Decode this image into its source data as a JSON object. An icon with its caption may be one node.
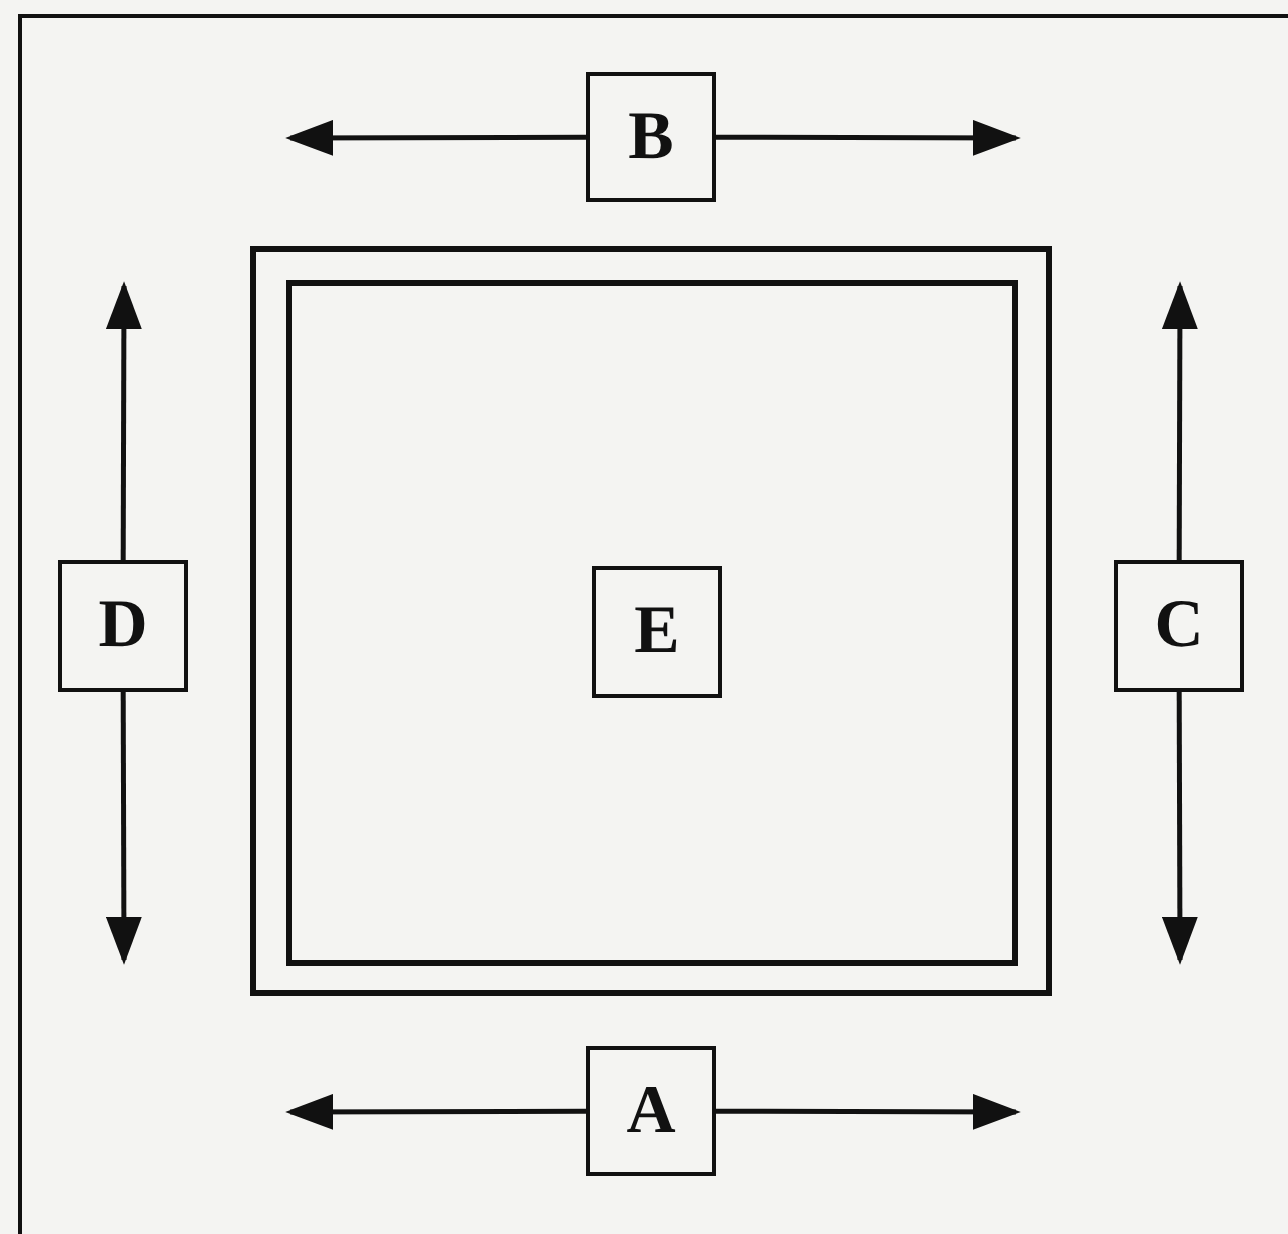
{
  "diagram": {
    "nodes": [
      {
        "text": [
          "B"
        ]
      },
      {
        "text": [
          "D"
        ]
      },
      {
        "text": [],
        "shape": "box"
      },
      {
        "text": [
          "E"
        ],
        "in": 2
      },
      {
        "text": [
          "C"
        ]
      },
      {
        "text": [
          "A"
        ]
      }
    ],
    "edges": [
      {
        "from": 0,
        "to": null,
        "arrow": "to"
      },
      {
        "from": 0,
        "to": null,
        "arrow": "to"
      },
      {
        "from": 1,
        "to": null,
        "arrow": "to"
      },
      {
        "from": 1,
        "to": null,
        "arrow": "to"
      },
      {
        "from": 4,
        "to": null,
        "arrow": "to"
      },
      {
        "from": 4,
        "to": null,
        "arrow": "to"
      },
      {
        "from": 5,
        "to": null,
        "arrow": "to"
      },
      {
        "from": 5,
        "to": null,
        "arrow": "to"
      }
    ]
  }
}
